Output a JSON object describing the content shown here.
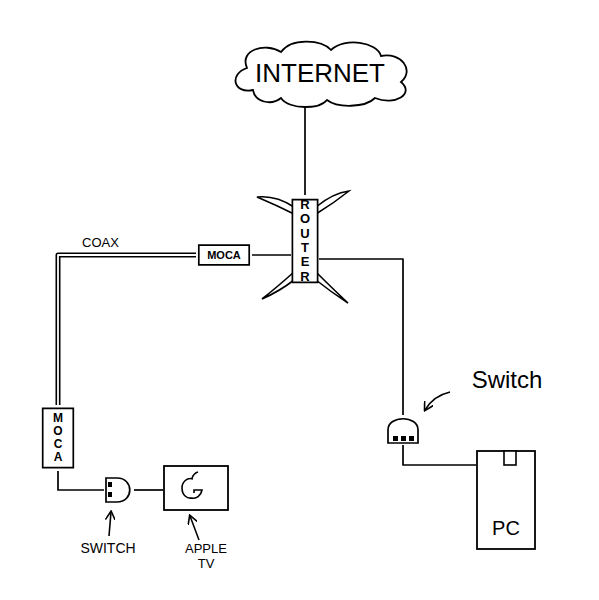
{
  "diagram": {
    "nodes": [
      {
        "text": [
          "INTERNET"
        ]
      },
      {
        "text": [
          "ROUTER"
        ]
      },
      {
        "text": [
          "MOCA"
        ]
      },
      {
        "text": [
          "MOCA"
        ]
      },
      {
        "text": [
          "SWITCH"
        ]
      },
      {
        "text": [
          "APPLE TV"
        ]
      },
      {
        "text": [
          "Switch"
        ]
      },
      {
        "text": [
          "PC"
        ]
      }
    ],
    "edges": [
      {
        "from": 0,
        "to": 1,
        "arrow": "none"
      },
      {
        "from": 1,
        "to": 2,
        "arrow": "none"
      },
      {
        "from": 2,
        "to": 3,
        "label": "COAX",
        "arrow": "none"
      },
      {
        "from": 3,
        "to": 4,
        "arrow": "none"
      },
      {
        "from": 4,
        "to": 5,
        "arrow": "none"
      },
      {
        "from": 1,
        "to": 6,
        "arrow": "none"
      },
      {
        "from": 6,
        "to": 7,
        "arrow": "none"
      }
    ]
  }
}
